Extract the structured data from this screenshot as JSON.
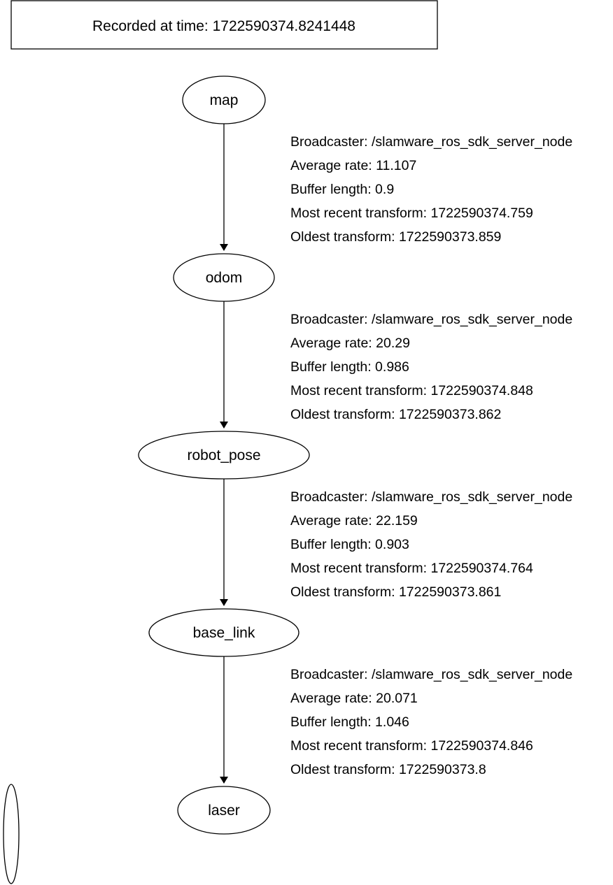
{
  "title": "Recorded at time: 1722590374.8241448",
  "nodes": [
    "map",
    "odom",
    "robot_pose",
    "base_link",
    "laser"
  ],
  "edges": [
    {
      "broadcaster": "Broadcaster: /slamware_ros_sdk_server_node",
      "rate": "Average rate: 11.107",
      "buffer": "Buffer length: 0.9",
      "recent": "Most recent transform: 1722590374.759",
      "oldest": "Oldest transform: 1722590373.859"
    },
    {
      "broadcaster": "Broadcaster: /slamware_ros_sdk_server_node",
      "rate": "Average rate: 20.29",
      "buffer": "Buffer length: 0.986",
      "recent": "Most recent transform: 1722590374.848",
      "oldest": "Oldest transform: 1722590373.862"
    },
    {
      "broadcaster": "Broadcaster: /slamware_ros_sdk_server_node",
      "rate": "Average rate: 22.159",
      "buffer": "Buffer length: 0.903",
      "recent": "Most recent transform: 1722590374.764",
      "oldest": "Oldest transform: 1722590373.861"
    },
    {
      "broadcaster": "Broadcaster: /slamware_ros_sdk_server_node",
      "rate": "Average rate: 20.071",
      "buffer": "Buffer length: 1.046",
      "recent": "Most recent transform: 1722590374.846",
      "oldest": "Oldest transform: 1722590373.8"
    }
  ]
}
